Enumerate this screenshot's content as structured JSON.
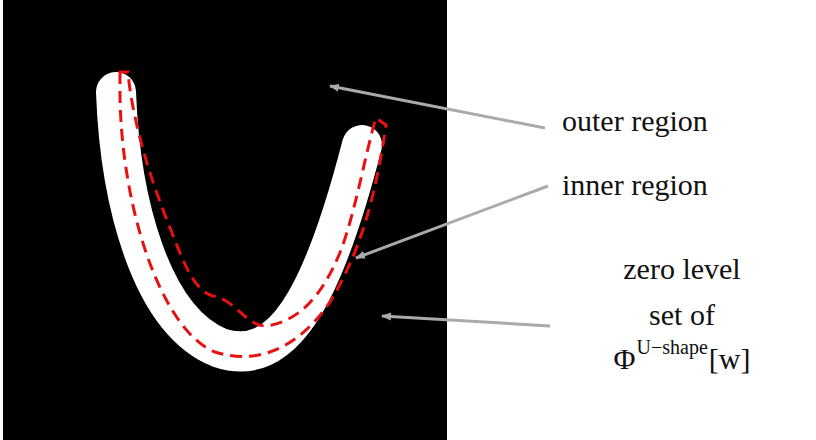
{
  "diagram": {
    "labels": [
      "outer region",
      "inner region",
      "zero level set of",
      "Φ",
      "U−shape",
      "[w]"
    ]
  }
}
